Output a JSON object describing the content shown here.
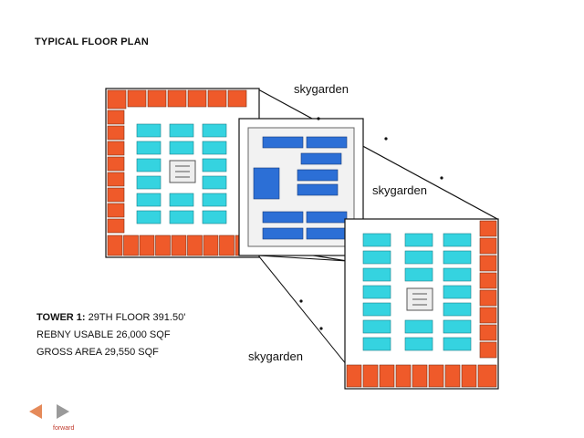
{
  "page_title": "TYPICAL FLOOR PLAN",
  "skygarden_labels": [
    "skygarden",
    "skygarden",
    "skygarden"
  ],
  "tower": {
    "name": "TOWER 1:",
    "floor": "29TH FLOOR 391.50'",
    "usable": "REBNY USABLE 26,000 SQF",
    "gross": "GROSS AREA 29,550 SQF"
  },
  "nav": {
    "forward_label": "forward"
  },
  "colors": {
    "office": "#ef5a2a",
    "desk": "#35d3e0",
    "core_blue": "#2c6fd6",
    "outline": "#111111",
    "back_arrow": "#e58a5a",
    "forward_arrow": "#9a9a9a"
  }
}
